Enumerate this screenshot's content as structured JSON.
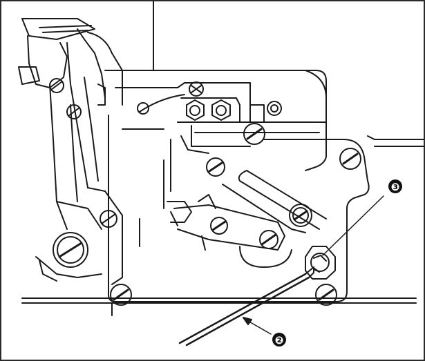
{
  "diagram": {
    "callouts": [
      {
        "id": "callout-3",
        "label": "❸"
      },
      {
        "id": "callout-2",
        "label": "❷"
      }
    ],
    "colors": {
      "line": "#1a1a1a",
      "callout_fill": "#111111",
      "callout_text": "#ffffff",
      "background": "#ffffff",
      "frame": "#2b2b2b"
    }
  }
}
